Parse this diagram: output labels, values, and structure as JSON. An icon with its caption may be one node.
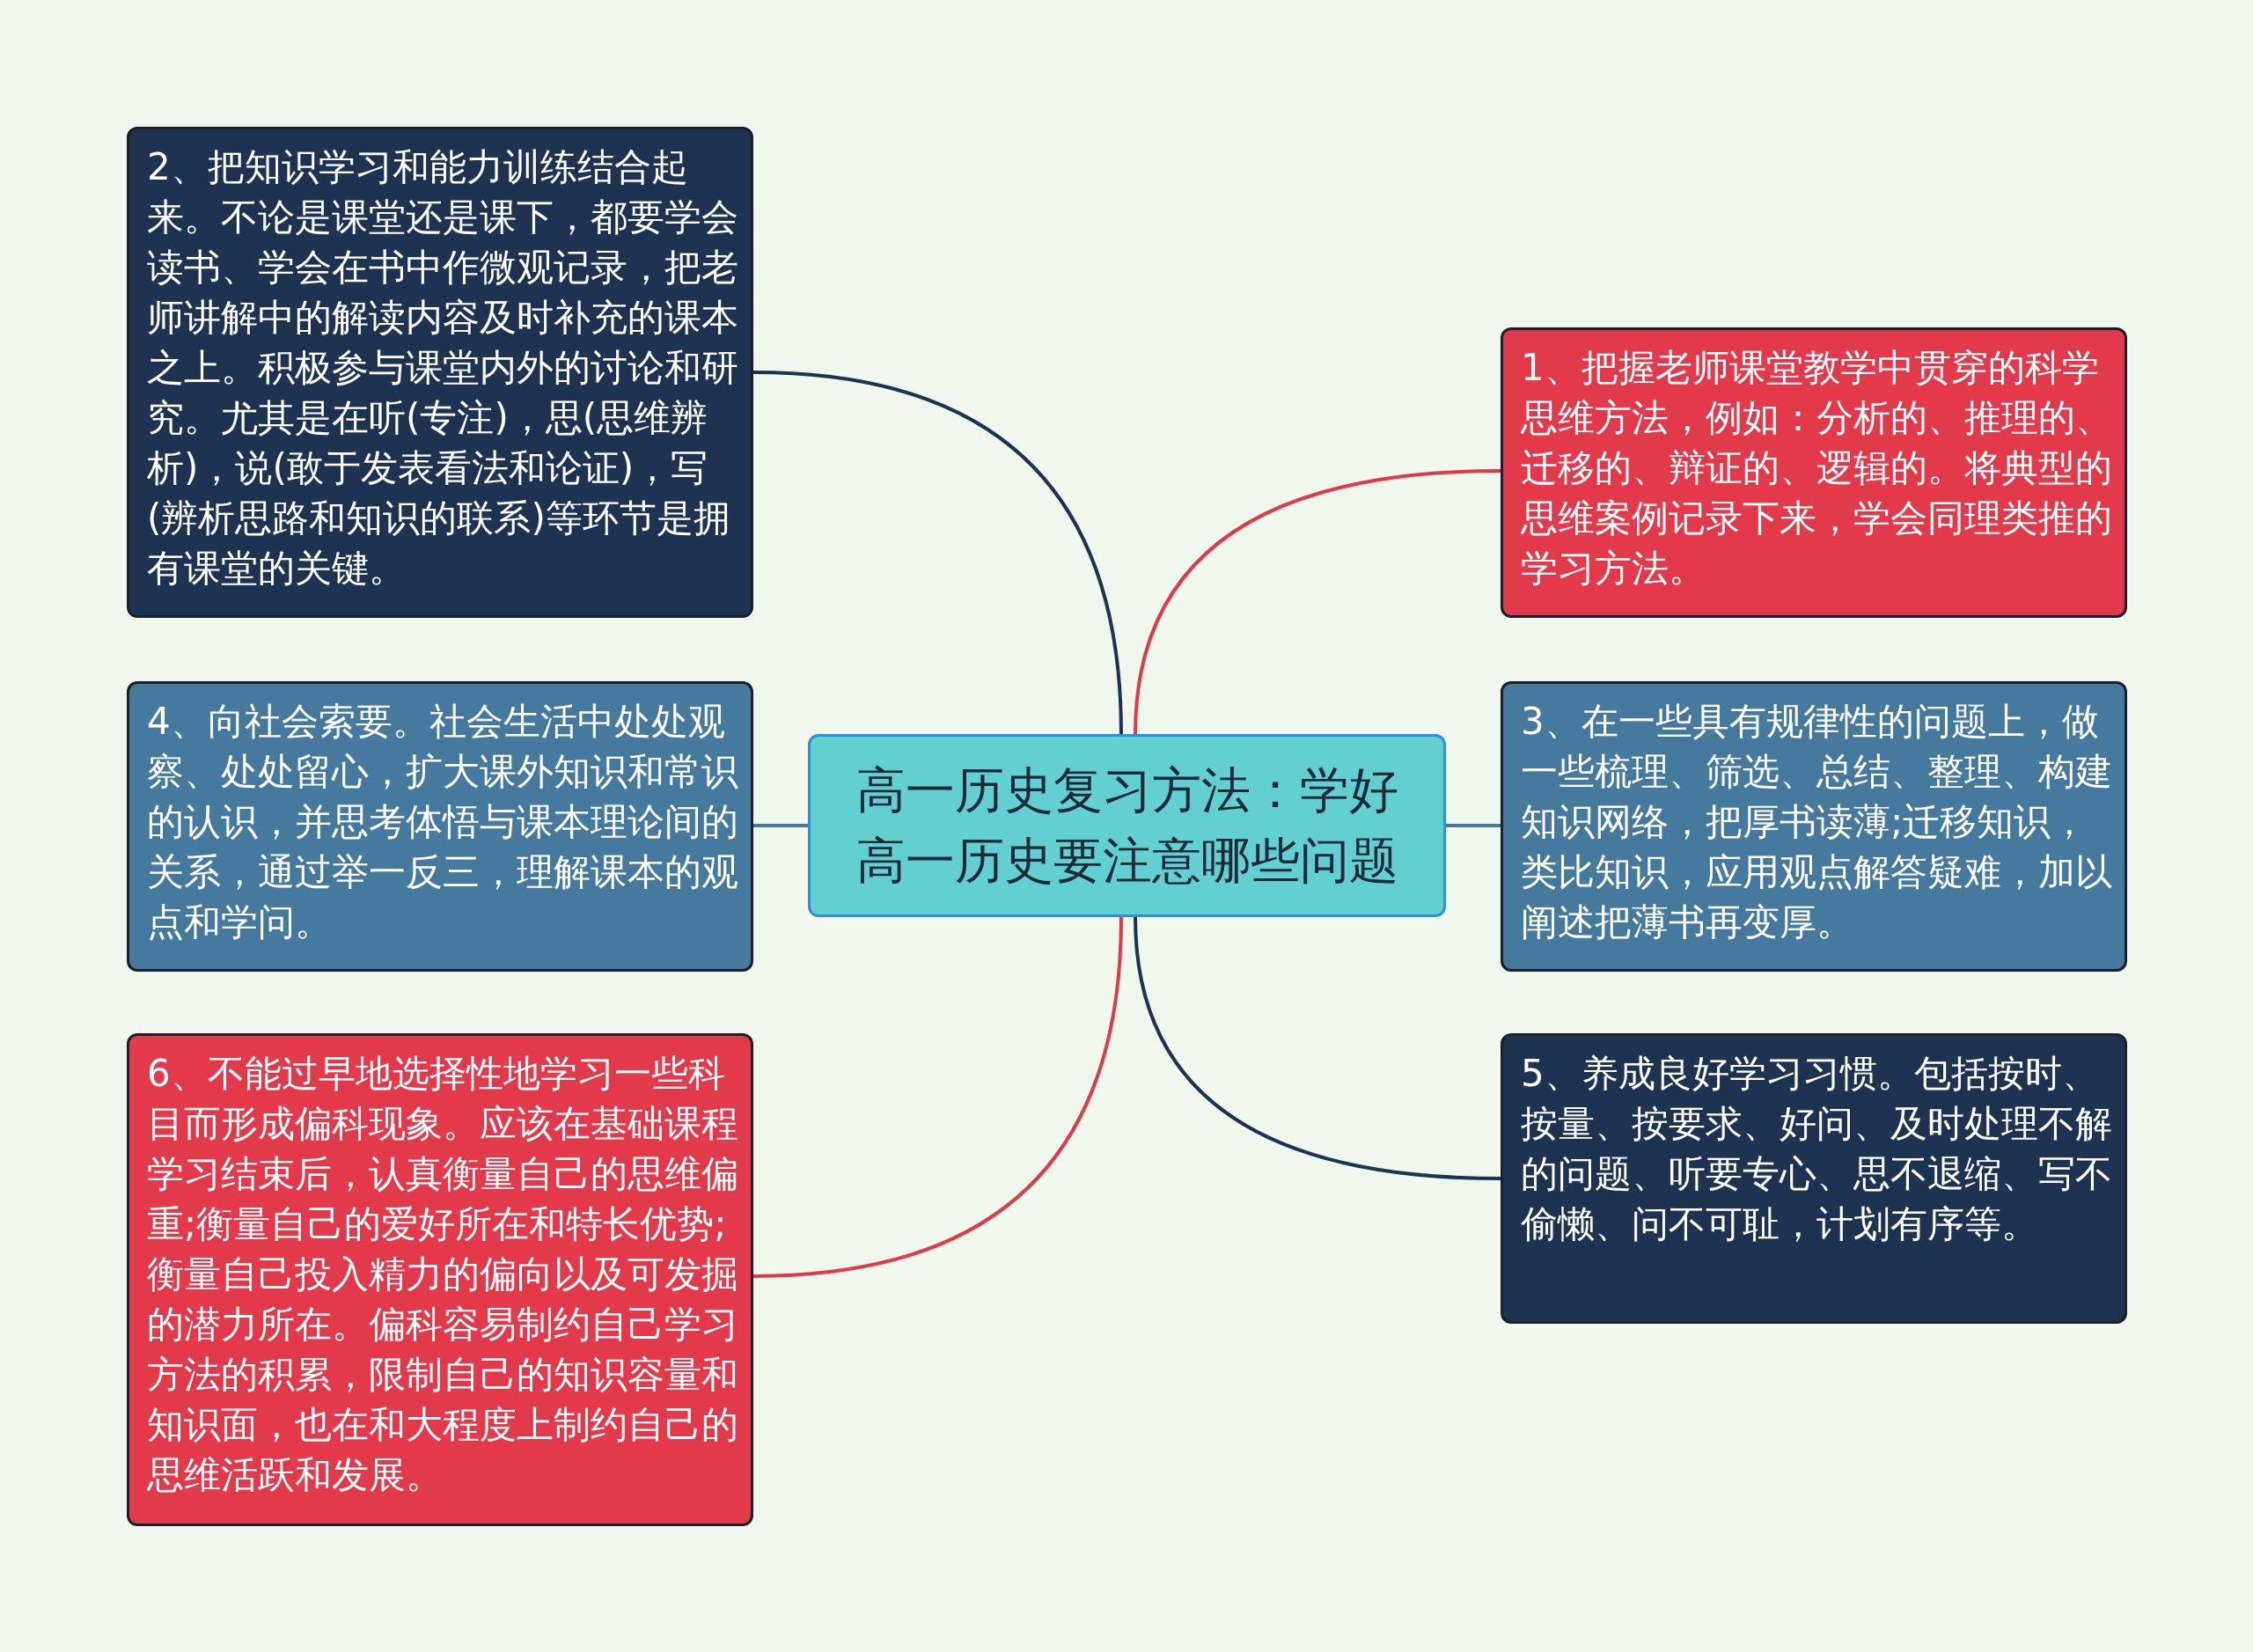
{
  "diagram": {
    "nodes": [
      {
        "text": [
          "高一历史复习方法：学好高一历史要注意哪些问题"
        ]
      },
      {
        "text": [
          "1、把握老师课堂教学中贯穿的科学思维方法，例如：分析的、推理的、迁移的、辩证的、逻辑的。将典型的思维案例记录下来，学会同理类推的学习方法。"
        ]
      },
      {
        "text": [
          "2、把知识学习和能力训练结合起来。不论是课堂还是课下，都要学会读书、学会在书中作微观记录，把老师讲解中的解读内容及时补充的课本之上。积极参与课堂内外的讨论和研究。尤其是在听(专注)，思(思维辨析)，说(敢于发表看法和论证)，写(辨析思路和知识的联系)等环节是拥有课堂的关键。"
        ]
      },
      {
        "text": [
          "3、在一些具有规律性的问题上，做一些梳理、筛选、总结、整理、构建知识网络，把厚书读薄;迁移知识，类比知识，应用观点解答疑难，加以阐述把薄书再变厚。"
        ]
      },
      {
        "text": [
          "4、向社会索要。社会生活中处处观察、处处留心，扩大课外知识和常识的认识，并思考体悟与课本理论间的关系，通过举一反三，理解课本的观点和学问。"
        ]
      },
      {
        "text": [
          "5、养成良好学习习惯。包括按时、按量、按要求、好问、及时处理不解的问题、听要专心、思不退缩、写不偷懒、问不可耻，计划有序等。"
        ]
      },
      {
        "text": [
          "6、不能过早地选择性地学习一些科目而形成偏科现象。应该在基础课程学习结束后，认真衡量自己的思维偏重;衡量自己的爱好所在和特长优势;衡量自己投入精力的偏向以及可发掘的潜力所在。偏科容易制约自己学习方法的积累，限制自己的知识容量和知识面，也在和大程度上制约自己的思维活跃和发展。"
        ]
      }
    ],
    "edges": [
      {
        "from": 0,
        "to": 1,
        "arrow": "none",
        "color": "#e03a4a"
      },
      {
        "from": 0,
        "to": 2,
        "arrow": "none",
        "color": "#1e3352"
      },
      {
        "from": 0,
        "to": 3,
        "arrow": "none",
        "color": "#46799e"
      },
      {
        "from": 0,
        "to": 4,
        "arrow": "none",
        "color": "#46799e"
      },
      {
        "from": 0,
        "to": 5,
        "arrow": "none",
        "color": "#1e3352"
      },
      {
        "from": 0,
        "to": 6,
        "arrow": "none",
        "color": "#e03a4a"
      }
    ]
  }
}
